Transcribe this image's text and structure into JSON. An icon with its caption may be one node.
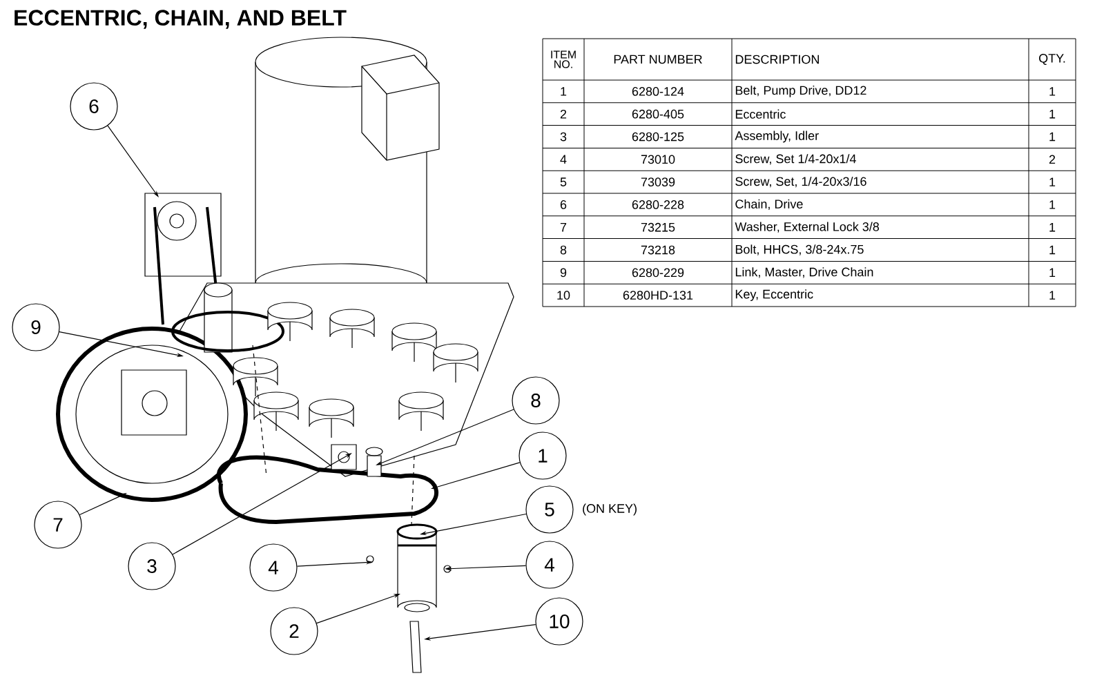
{
  "diagram": {
    "title": "ECCENTRIC, CHAIN, AND BELT",
    "nodes": [
      {
        "text": [
          "6"
        ]
      },
      {
        "text": [
          "9"
        ]
      },
      {
        "text": [
          "7"
        ]
      },
      {
        "text": [
          "3"
        ]
      },
      {
        "text": [
          "4"
        ]
      },
      {
        "text": [
          "2"
        ]
      },
      {
        "text": [
          "8"
        ]
      },
      {
        "text": [
          "1"
        ]
      },
      {
        "text": [
          "5"
        ],
        "beside": [
          "(ON KEY)"
        ]
      },
      {
        "text": [
          "4"
        ]
      },
      {
        "text": [
          "10"
        ]
      }
    ],
    "edges": [
      {
        "from": 0,
        "to": null,
        "arrow": "to"
      },
      {
        "from": 1,
        "to": null,
        "arrow": "to"
      },
      {
        "from": 2,
        "to": null,
        "arrow": "to"
      },
      {
        "from": 3,
        "to": null,
        "arrow": "to"
      },
      {
        "from": 4,
        "to": null,
        "arrow": "to"
      },
      {
        "from": 5,
        "to": null,
        "arrow": "to"
      },
      {
        "from": 6,
        "to": null,
        "arrow": "to"
      },
      {
        "from": 7,
        "to": null,
        "arrow": "to"
      },
      {
        "from": 8,
        "to": null,
        "arrow": "to"
      },
      {
        "from": 9,
        "to": null,
        "arrow": "to"
      },
      {
        "from": 10,
        "to": null,
        "arrow": "to"
      }
    ],
    "labels": [
      "ITEM NO.",
      "PART NUMBER",
      "DESCRIPTION",
      "QTY.",
      "1",
      "6280-124",
      "Belt, Pump Drive, DD12",
      "1",
      "2",
      "6280-405",
      "Eccentric",
      "1",
      "3",
      "6280-125",
      "Assembly, Idler",
      "1",
      "4",
      "73010",
      "Screw, Set 1/4-20x1/4",
      "2",
      "5",
      "73039",
      "Screw, Set, 1/4-20x3/16",
      "1",
      "6",
      "6280-228",
      "Chain, Drive",
      "1",
      "7",
      "73215",
      "Washer, External Lock 3/8",
      "1",
      "8",
      "73218",
      "Bolt, HHCS, 3/8-24x.75",
      "1",
      "9",
      "6280-229",
      "Link, Master, Drive Chain",
      "1",
      "10",
      "6280HD-131",
      "Key, Eccentric",
      "1"
    ]
  }
}
